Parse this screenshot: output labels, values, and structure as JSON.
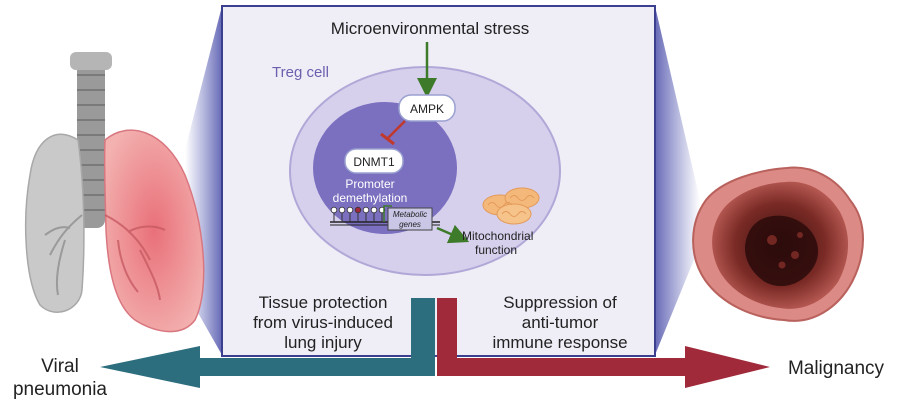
{
  "title": "Microenvironmental stress",
  "cell_label": "Treg cell",
  "ampk": "AMPK",
  "dnmt1": "DNMT1",
  "promoter": [
    "Promoter",
    "demethylation"
  ],
  "metabolic_genes": [
    "Metabolic",
    "genes"
  ],
  "mito_function": [
    "Mitochondrial",
    "function"
  ],
  "left_text": [
    "Tissue protection",
    "from virus-induced",
    "lung injury"
  ],
  "right_text": [
    "Suppression of",
    "anti-tumor",
    "immune response"
  ],
  "left_label": [
    "Viral",
    "pneumonia"
  ],
  "right_label": "Malignancy",
  "colors": {
    "activation_arrow": "#3d7a2a",
    "inhibition": "#c0392b",
    "left_arrow": "#2d6e7e",
    "right_arrow": "#a0293a",
    "cell_outer": "#d6d0ec",
    "nucleus": "#7b6fc0",
    "title_box": "#efeef7"
  }
}
